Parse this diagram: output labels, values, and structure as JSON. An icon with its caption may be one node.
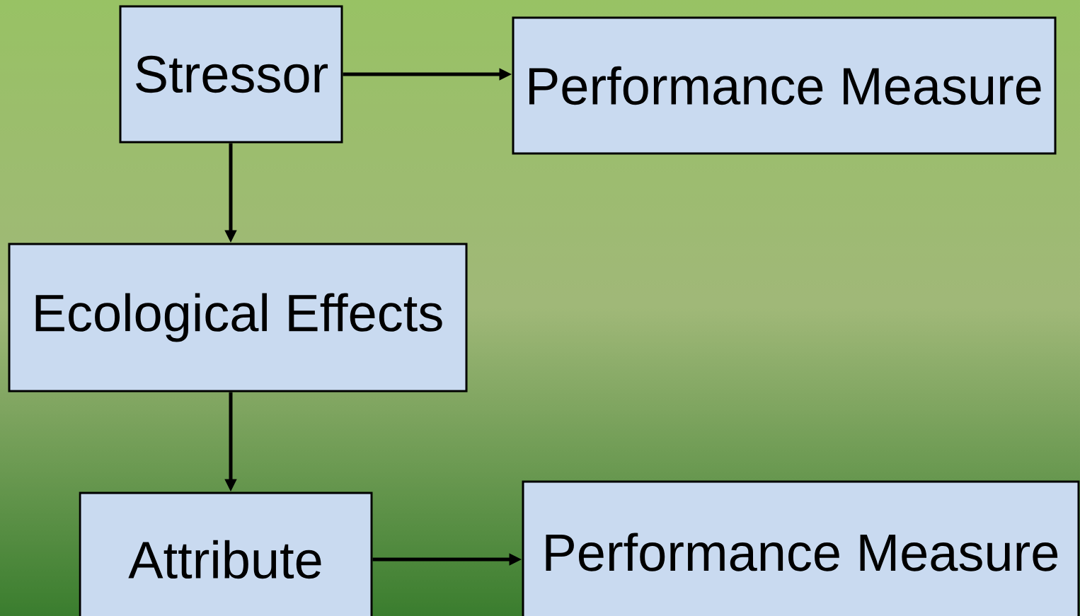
{
  "diagram": {
    "nodes": [
      {
        "text": [
          "Stressor"
        ]
      },
      {
        "text": [
          "Performance Measure"
        ]
      },
      {
        "text": [
          "Ecological Effects"
        ]
      },
      {
        "text": [
          "Attribute"
        ]
      },
      {
        "text": [
          "Performance Measure"
        ]
      }
    ],
    "edges": [
      {
        "from": 0,
        "to": 1,
        "arrow": "to"
      },
      {
        "from": 0,
        "to": 2,
        "arrow": "to"
      },
      {
        "from": 2,
        "to": 3,
        "arrow": "to"
      },
      {
        "from": 3,
        "to": 4,
        "arrow": "to"
      }
    ]
  }
}
